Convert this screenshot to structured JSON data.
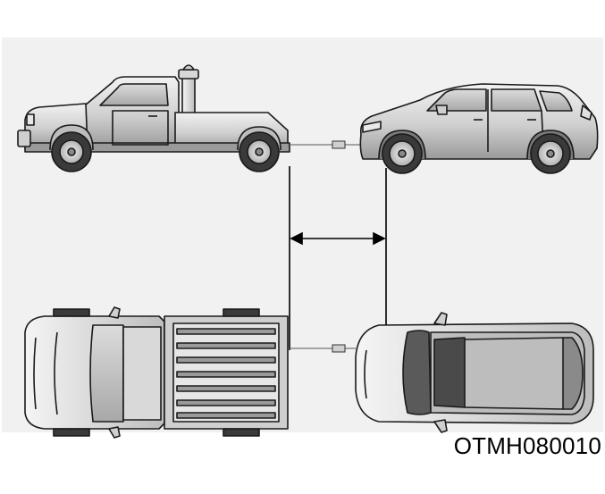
{
  "figure": {
    "code": "OTMH080010",
    "colors": {
      "panel": "#f1f1f1",
      "outline": "#1a1a1a",
      "body_light": "#e6e6e6",
      "body_mid": "#bdbdbd",
      "body_dark": "#7a7a7a",
      "tire": "#3a3a3a"
    },
    "elements": [
      "tow-truck-side",
      "suv-side",
      "tow-truck-top",
      "suv-top",
      "distance-arrow"
    ]
  }
}
